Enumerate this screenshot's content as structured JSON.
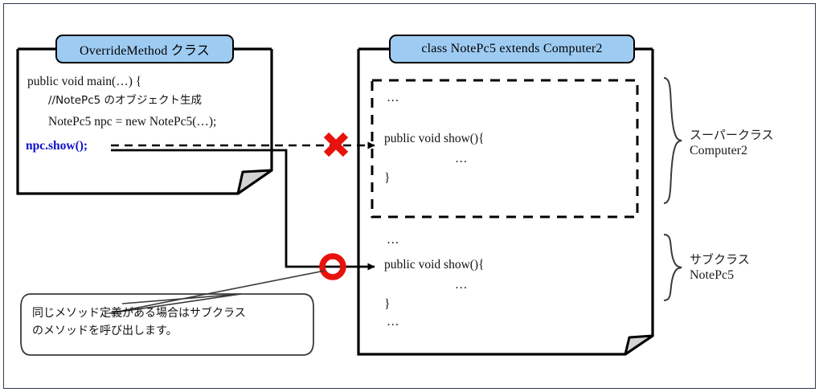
{
  "diagram": {
    "title_left": "OverrideMethod クラス",
    "title_right": "class NotePc5 extends Computer2"
  },
  "left_panel": {
    "header": "OverrideMethod クラス",
    "code_lines": [
      "public void main(…) {",
      "//NotePc5 のオブジェクト生成",
      "NotePc5 npc = new NotePc5(…);",
      "npc.show();"
    ],
    "line1": "public void main(…) {",
    "line2": "//NotePc5 のオブジェクト生成",
    "line3": "NotePc5 npc = new NotePc5(…);",
    "line4_call": "npc.show();"
  },
  "right_panel": {
    "header": "class NotePc5 extends Computer2",
    "super_block": {
      "dots_top": "…",
      "signature": "public void show(){",
      "body_dots": "…",
      "close_brace": "}"
    },
    "sub_block": {
      "dots_top": "…",
      "signature": "public void show(){",
      "body_dots": "…",
      "close_brace": "}",
      "dots_bottom": "…"
    }
  },
  "annotations": {
    "super_label_jp": "スーパークラス",
    "super_label_en": "Computer2",
    "sub_label_jp": "サブクラス",
    "sub_label_en": "NotePc5"
  },
  "callout": {
    "line1": "同じメソッド定義がある場合はサブクラス",
    "line2": "のメソッドを呼び出します。"
  },
  "markers": {
    "x_marker": "cross-marker",
    "o_marker": "circle-marker",
    "x_meaning": "not-called",
    "o_meaning": "called"
  },
  "colors": {
    "pill_fill": "#9ecbf2",
    "marker_red": "#e8120c",
    "call_blue": "#1111cc",
    "curl_fill": "#d0d0d0",
    "stroke": "#000000",
    "frame": "#2f3a4a"
  }
}
